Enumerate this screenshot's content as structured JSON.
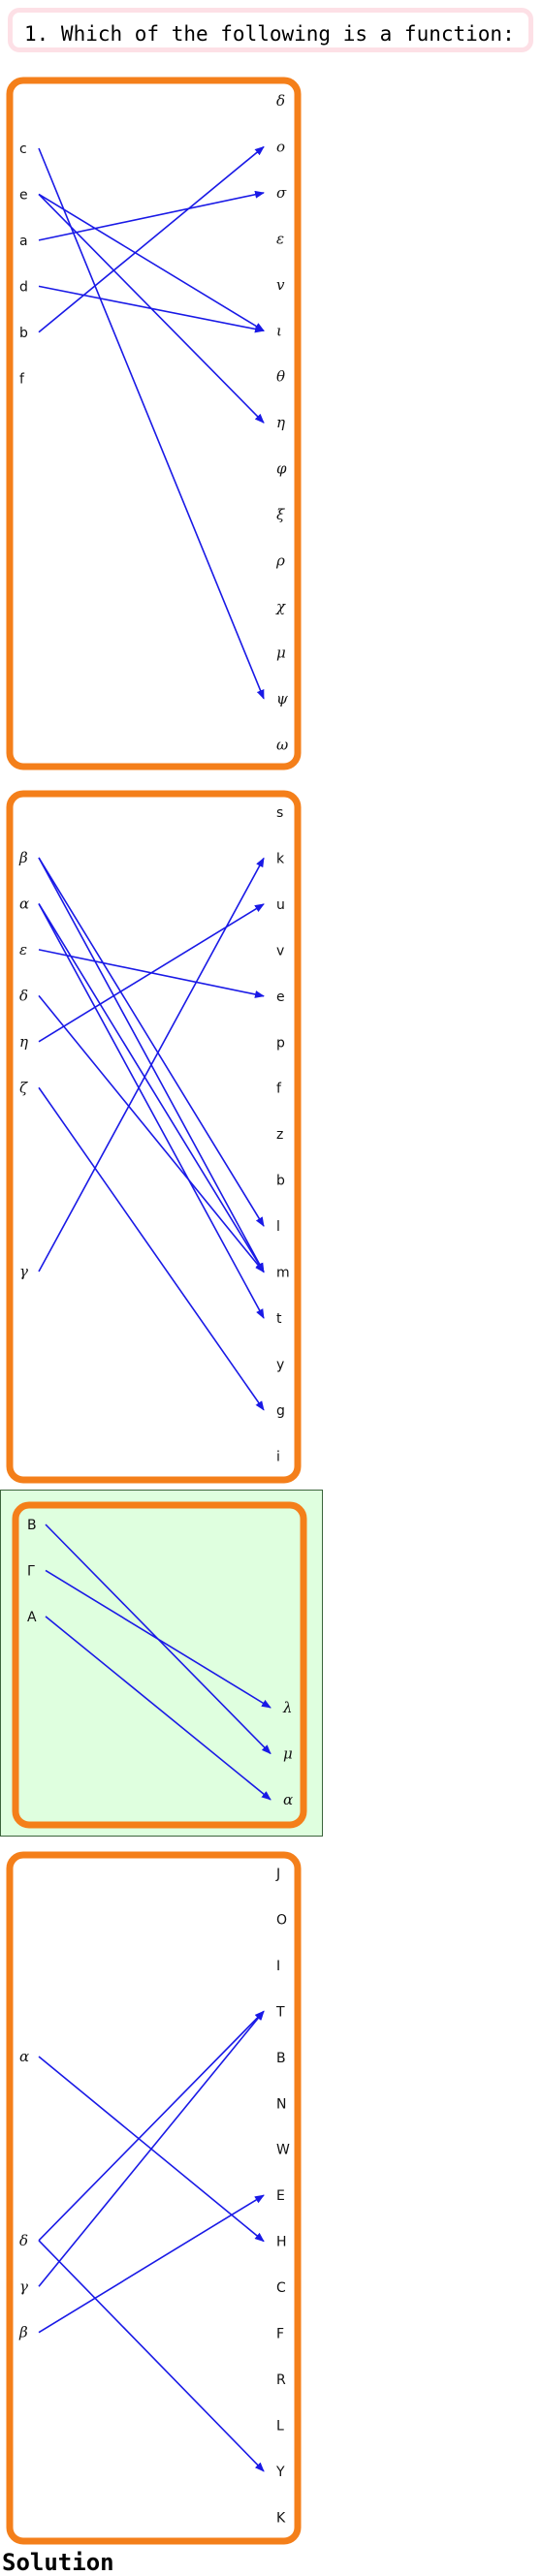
{
  "question": {
    "text": "1. Which of the following is a function:"
  },
  "options": [
    {
      "domain": [
        "c",
        "e",
        "a",
        "d",
        "b",
        "f"
      ],
      "domain_italic": false,
      "codomain": [
        "δ",
        "o",
        "σ",
        "ε",
        "v",
        "ι",
        "θ",
        "η",
        "φ",
        "ξ",
        "ρ",
        "χ",
        "μ",
        "ψ",
        "ω"
      ],
      "codomain_italic": true,
      "arrows": [
        [
          "c",
          "ψ"
        ],
        [
          "e",
          "ι"
        ],
        [
          "e",
          "η"
        ],
        [
          "a",
          "σ"
        ],
        [
          "d",
          "ι"
        ],
        [
          "b",
          "o"
        ]
      ],
      "selected": false
    },
    {
      "domain": [
        "β",
        "α",
        "ε",
        "δ",
        "η",
        "ζ",
        "γ"
      ],
      "domain_italic": true,
      "codomain": [
        "s",
        "k",
        "u",
        "v",
        "e",
        "p",
        "f",
        "z",
        "b",
        "l",
        "m",
        "t",
        "y",
        "g",
        "i"
      ],
      "codomain_italic": false,
      "arrows": [
        [
          "β",
          "l"
        ],
        [
          "β",
          "m"
        ],
        [
          "α",
          "m"
        ],
        [
          "α",
          "t"
        ],
        [
          "ε",
          "e"
        ],
        [
          "δ",
          "m"
        ],
        [
          "η",
          "u"
        ],
        [
          "ζ",
          "g"
        ],
        [
          "γ",
          "k"
        ]
      ],
      "selected": false
    },
    {
      "domain": [
        "B",
        "Γ",
        "A"
      ],
      "domain_italic": false,
      "codomain": [
        "λ",
        "μ",
        "α"
      ],
      "codomain_italic": true,
      "arrows": [
        [
          "B",
          "μ"
        ],
        [
          "Γ",
          "λ"
        ],
        [
          "A",
          "α"
        ]
      ],
      "selected": true,
      "highlight_color": "#dfffdf"
    },
    {
      "domain": [
        "α",
        "δ",
        "γ",
        "β"
      ],
      "domain_italic": true,
      "codomain": [
        "J",
        "O",
        "I",
        "T",
        "B",
        "N",
        "W",
        "E",
        "H",
        "C",
        "F",
        "R",
        "L",
        "Y",
        "K"
      ],
      "codomain_italic": false,
      "arrows": [
        [
          "α",
          "H"
        ],
        [
          "δ",
          "T"
        ],
        [
          "δ",
          "Y"
        ],
        [
          "γ",
          "T"
        ],
        [
          "β",
          "E"
        ]
      ],
      "selected": false
    }
  ],
  "colors": {
    "frame": "#f47f1a",
    "arrow": "#1919e6",
    "question_border": "#fde0e6",
    "selected_bg": "#dfffdf"
  },
  "solution": {
    "label": "Solution"
  }
}
